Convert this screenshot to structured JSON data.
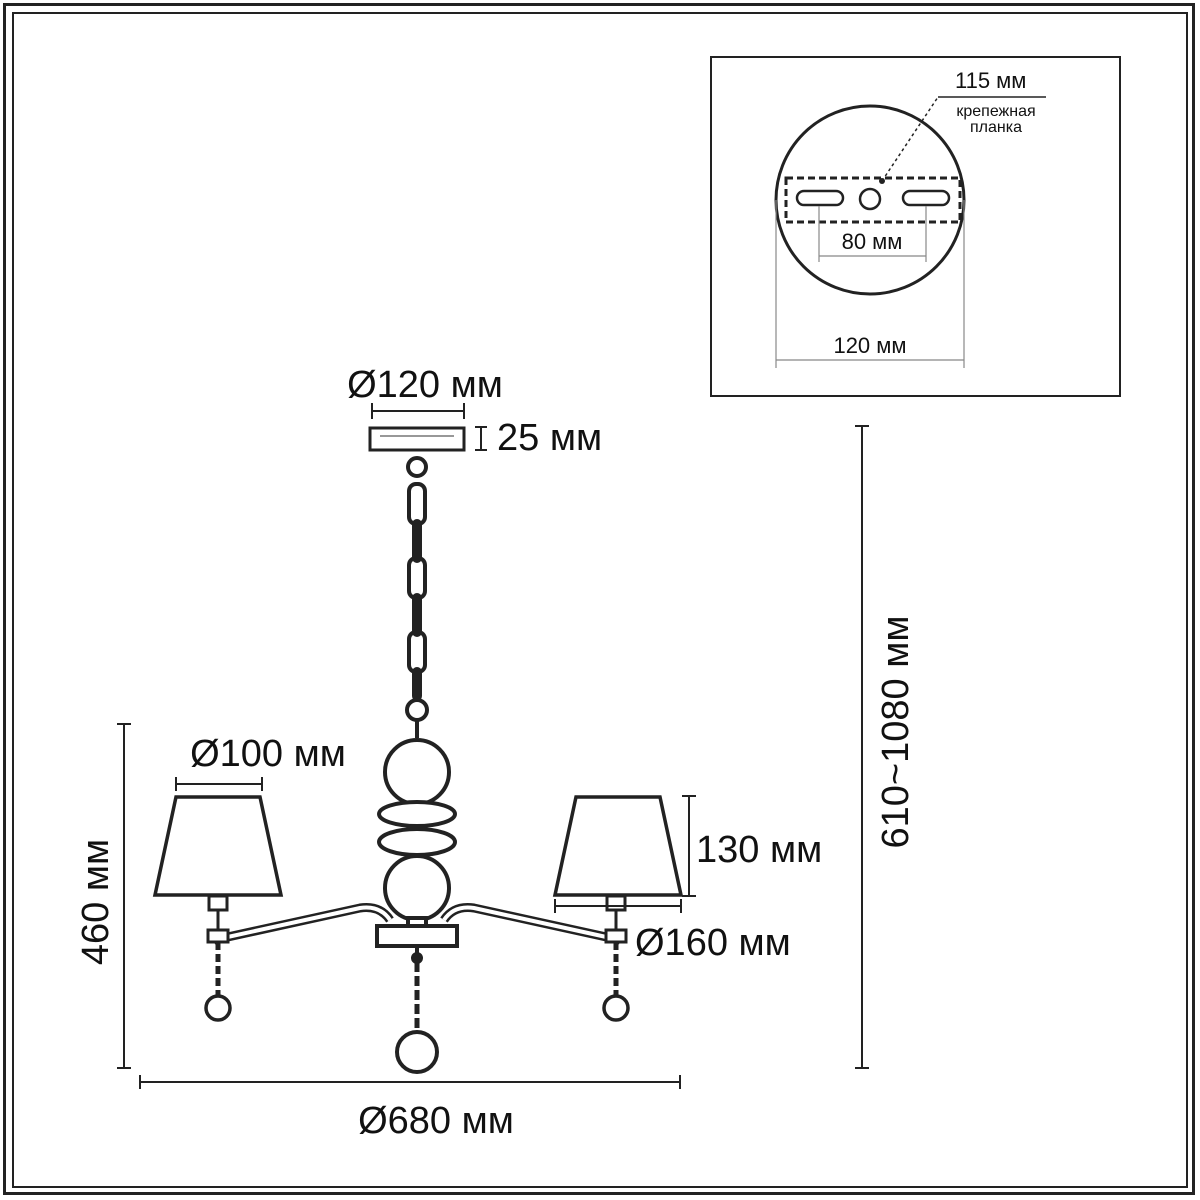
{
  "dimensions": {
    "canopy_diameter": "Ø120 мм",
    "canopy_height": "25 мм",
    "shade_top_diameter": "Ø100 мм",
    "shade_height": "130 мм",
    "shade_bottom_diameter": "Ø160 мм",
    "body_height": "460 мм",
    "overall_diameter": "Ø680 мм",
    "total_height": "610~1080 мм"
  },
  "inset": {
    "mount_size": "115 мм",
    "mount_label_line1": "крепежная",
    "mount_label_line2": "планка",
    "hole_spacing": "80 мм",
    "base_diameter": "120 мм"
  },
  "colors": {
    "line": "#222222",
    "background": "#ffffff"
  }
}
